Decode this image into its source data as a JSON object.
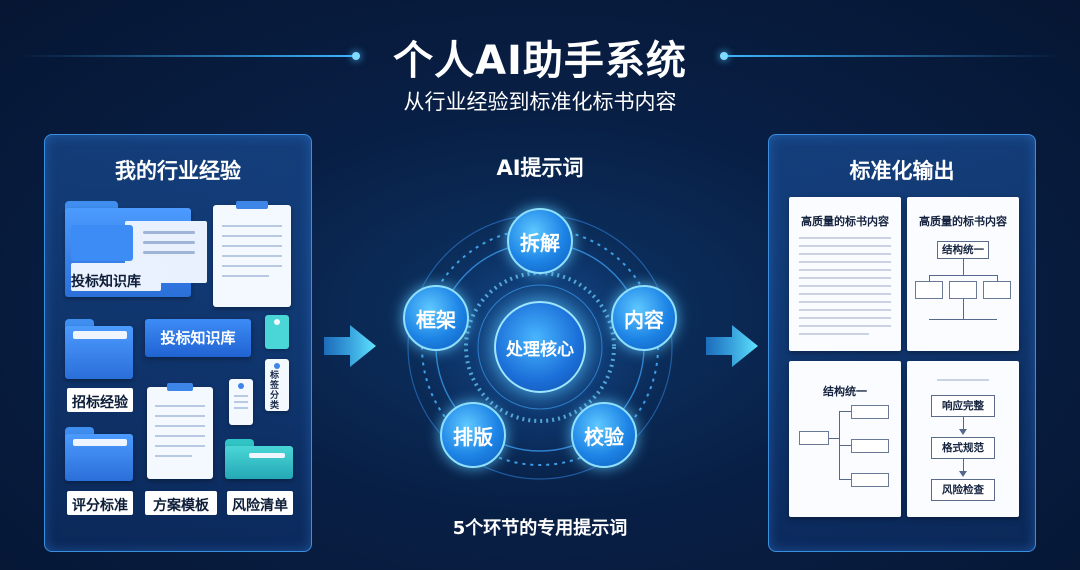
{
  "header": {
    "title": "个人AI助手系统",
    "subtitle": "从行业经验到标准化标书内容"
  },
  "left_panel": {
    "title": "我的行业经验",
    "items": {
      "folder_label": "投标知识库",
      "blue_card": "投标知识库",
      "bid_experience": "招标经验",
      "scoring_criteria": "评分标准",
      "plan_template": "方案模板",
      "risk_list": "风险清单",
      "tag_text": "标签分类"
    }
  },
  "center": {
    "title": "AI提示词",
    "core": "处理核心",
    "nodes": [
      "拆解",
      "内容",
      "校验",
      "排版",
      "框架"
    ],
    "footer": "5个环节的专用提示词"
  },
  "right_panel": {
    "title": "标准化输出",
    "doc1_title": "高质量的标书内容",
    "doc2_title": "高质量的标书内容",
    "doc2_flow_title": "结构统一",
    "doc3_title": "结构统一",
    "doc4_steps": [
      "响应完整",
      "格式规范",
      "风险检查"
    ]
  },
  "colors": {
    "background": "#081f45",
    "accent": "#3db4ff",
    "node_fill": "#1d84e6",
    "folder_blue": "#2b6fd9",
    "folder_teal": "#24a8b6"
  }
}
